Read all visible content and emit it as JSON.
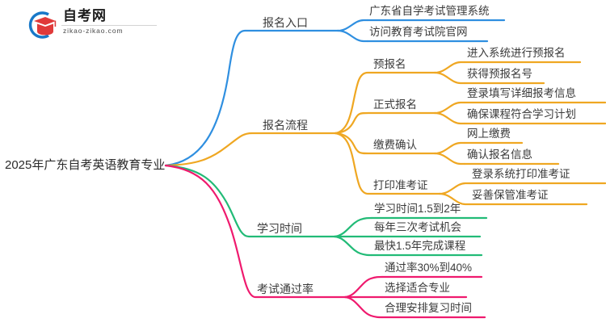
{
  "logo": {
    "name": "自考网",
    "url": "zikao-zikao.com",
    "mark_colors": {
      "ring": "#1878c8",
      "cap": "#e03a3a"
    }
  },
  "colors": {
    "blue": "#2f8fe0",
    "orange": "#efa722",
    "green": "#22bb77",
    "pink": "#ef1a6e",
    "text": "#3b3b3b"
  },
  "mindmap": {
    "root": "2025年广东自考英语教育专业",
    "branches": [
      {
        "label": "报名入口",
        "color": "#2f8fe0",
        "children": [
          {
            "label": "广东省自学考试管理系统"
          },
          {
            "label": "访问教育考试院官网"
          }
        ]
      },
      {
        "label": "报名流程",
        "color": "#efa722",
        "children": [
          {
            "label": "预报名",
            "children": [
              {
                "label": "进入系统进行预报名"
              },
              {
                "label": "获得预报名号"
              }
            ]
          },
          {
            "label": "正式报名",
            "children": [
              {
                "label": "登录填写详细报考信息"
              },
              {
                "label": "确保课程符合学习计划"
              }
            ]
          },
          {
            "label": "缴费确认",
            "children": [
              {
                "label": "网上缴费"
              },
              {
                "label": "确认报名信息"
              }
            ]
          },
          {
            "label": "打印准考证",
            "children": [
              {
                "label": "登录系统打印准考证"
              },
              {
                "label": "妥善保管准考证"
              }
            ]
          }
        ]
      },
      {
        "label": "学习时间",
        "color": "#22bb77",
        "children": [
          {
            "label": "学习时间1.5到2年"
          },
          {
            "label": "每年三次考试机会"
          },
          {
            "label": "最快1.5年完成课程"
          }
        ]
      },
      {
        "label": "考试通过率",
        "color": "#ef1a6e",
        "children": [
          {
            "label": "通过率30%到40%"
          },
          {
            "label": "选择适合专业"
          },
          {
            "label": "合理安排复习时间"
          }
        ]
      }
    ]
  }
}
